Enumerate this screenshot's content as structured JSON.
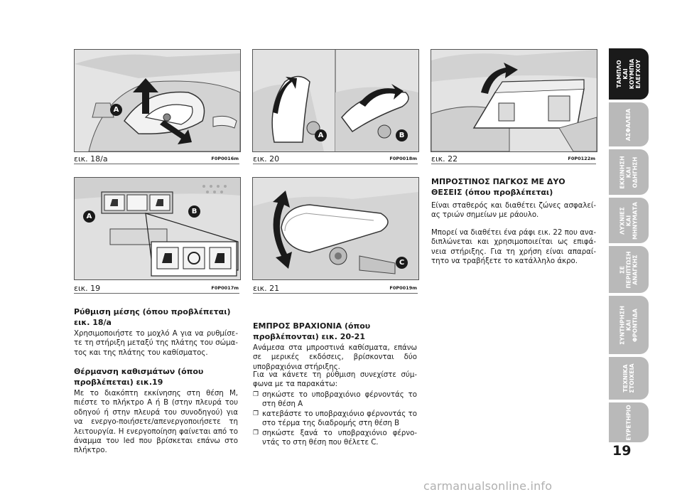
{
  "figures": {
    "f18a": {
      "caption": "εικ. 18/a",
      "code": "F0P0016m",
      "labels": [
        "A"
      ]
    },
    "f19": {
      "caption": "εικ. 19",
      "code": "F0P0017m",
      "labels": [
        "A",
        "B"
      ]
    },
    "f20": {
      "caption": "εικ. 20",
      "code": "F0P0018m",
      "labels": [
        "A",
        "B"
      ]
    },
    "f21": {
      "caption": "εικ. 21",
      "code": "F0P0019m",
      "labels": [
        "C"
      ]
    },
    "f22": {
      "caption": "εικ. 22",
      "code": "F0P0122m"
    }
  },
  "col1": {
    "h1": "Ρύθμιση μέσης (όπου προβλέπεται) εικ. 18/a",
    "p1": "Χρησιμοποιήστε το μοχλό A για να ρυθμίσε-τε τη στήριξη μεταξύ της πλάτης του σώμα-τος και της πλάτης του καθίσματος.",
    "h2": "Θέρμανση καθισμάτων (όπου προβλέπεται) εικ.19",
    "p2": "Με το διακόπτη εκκίνησης στη θέση M, πιέστε το πλήκτρο A ή B (στην πλευρά του οδηγού ή στην πλευρά του συνοδηγού) για να ενεργο-ποιήσετε/απενεργοποιήσετε τη λειτουργία. Η ενεργοποίηση φαίνεται από το άναμμα του led που βρίσκεται επάνω στο πλήκτρο."
  },
  "col2": {
    "h1": "ΕΜΠΡΟΣ ΒΡΑΧΙΟΝΙΑ (όπου προβλέπονται) εικ. 20-21",
    "p1": "Ανάμεσα στα μπροστινά καθίσματα, επάνω σε μερικές εκδόσεις, βρίσκονται δύο υποβραχιόνια στήριξης.",
    "p2": "Για να κάνετε τη ρύθμιση συνεχίστε σύμ-φωνα με τα παρακάτω:",
    "bullets": [
      "σηκώστε το υποβραχιόνιο φέρνοντάς το στη θέση A",
      "κατεβάστε το υποβραχιόνιο φέρνοντάς το στο τέρμα της διαδρομής στη θέση B",
      "σηκώστε ξανά το υποβραχιόνιο φέρνο-ντάς το στη θέση που θέλετε C."
    ]
  },
  "col3": {
    "h1": "ΜΠΡΟΣΤΙΝΟΣ ΠΑΓΚΟΣ ΜΕ ΔΥΟ ΘΕΣΕΙΣ (όπου προβλέπεται)",
    "p1": "Είναι σταθερός και διαθέτει ζώνες ασφαλεί-ας τριών σημείων με ράουλο.",
    "p2": "Μπορεί να διαθέτει ένα ράφι εικ. 22 που ανα-διπλώνεται και χρησιμοποιείται ως επιφά-νεια στήριξης. Για τη χρήση είναι απαραί-τητο να τραβήξετε το κατάλληλο άκρο."
  },
  "tabs": [
    {
      "label": "ΤΑΜΠΛΟ ΚΑΙ\nΚΟΥΜΠΙΑ\nΕΛΕΓΧΟΥ",
      "active": true
    },
    {
      "label": "ΑΣΦΑΛΕΙΑ",
      "active": false
    },
    {
      "label": "ΕΚΚΙΝΗΣΗ\nΚΑΙ ΟΔΗΓΗΣΗ",
      "active": false
    },
    {
      "label": "ΛΥΧΝΙΕΣ ΚΑΙ\nΜΗΝΥΜΑΤΑ",
      "active": false
    },
    {
      "label": "ΣΕ ΠΕΡΙΠΤΩΣΗ\nΑΝΑΓΚΗΣ",
      "active": false
    },
    {
      "label": "ΣΥΝΤΗΡΗΣΗ\nΚΑΙ ΦΡΟΝΤΙΔΑ",
      "active": false
    },
    {
      "label": "ΤΕΧΝΙΚΑ\nΣΤΟΙΧΕΙΑ",
      "active": false
    },
    {
      "label": "ΕΥΡΕΤΗΡΙΟ",
      "active": false
    }
  ],
  "page_number": "19",
  "watermark": "carmanualsonline.info"
}
